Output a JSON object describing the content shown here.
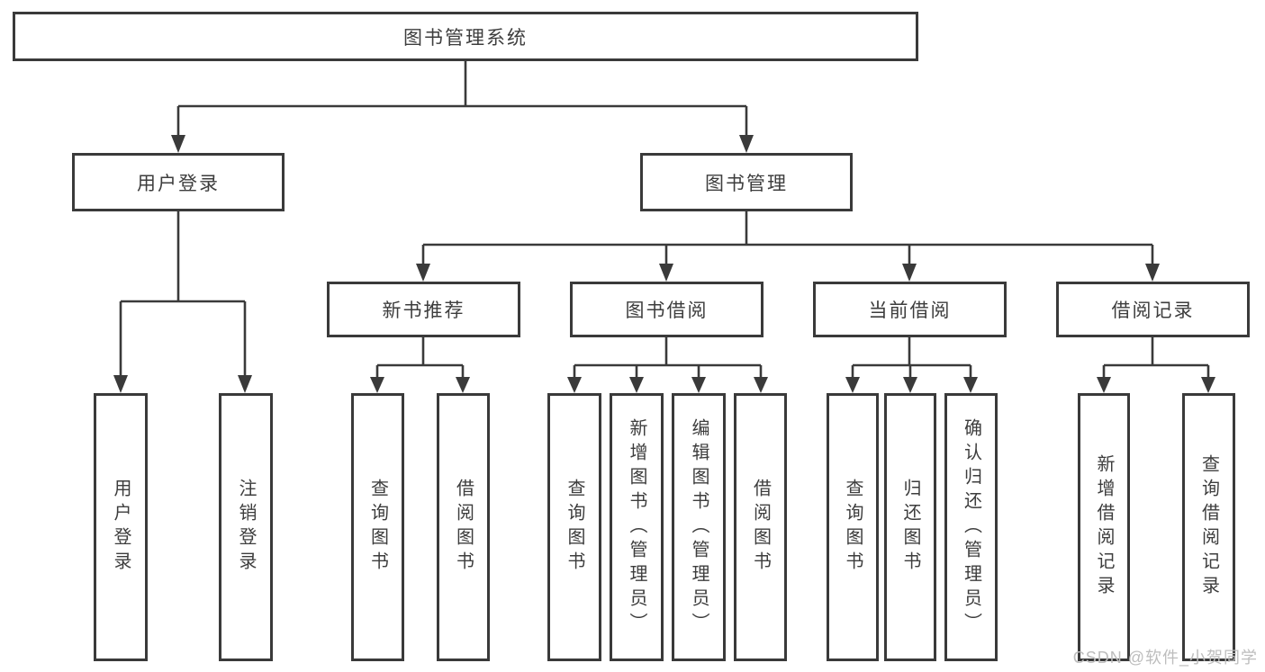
{
  "colors": {
    "line": "#3a3a3a",
    "box-border": "#3a3a3a",
    "box-bg": "#ffffff",
    "text": "#3d3d3d",
    "watermark": "#bdbdbd",
    "page-bg": "#ffffff"
  },
  "nodes": {
    "root": {
      "label": "图书管理系统"
    },
    "user_login": {
      "label": "用户登录"
    },
    "book_management": {
      "label": "图书管理"
    },
    "new_book_recommend": {
      "label": "新书推荐"
    },
    "book_borrow": {
      "label": "图书借阅"
    },
    "current_borrow": {
      "label": "当前借阅"
    },
    "borrow_records": {
      "label": "借阅记录"
    },
    "ul_login": {
      "label": "用户登录"
    },
    "ul_logout": {
      "label": "注销登录"
    },
    "nb_query_books": {
      "label": "查询图书"
    },
    "nb_borrow_books": {
      "label": "借阅图书"
    },
    "bb_query_books": {
      "label": "查询图书"
    },
    "bb_add_books": {
      "label": "新增图书（管理员）"
    },
    "bb_edit_books": {
      "label": "编辑图书（管理员）"
    },
    "bb_borrow_books": {
      "label": "借阅图书"
    },
    "cb_query_books": {
      "label": "查询图书"
    },
    "cb_return_books": {
      "label": "归还图书"
    },
    "cb_confirm_return": {
      "label": "确认归还（管理员）"
    },
    "br_add_record": {
      "label": "新增借阅记录"
    },
    "br_query_record": {
      "label": "查询借阅记录"
    }
  },
  "watermark": {
    "text": "CSDN @软件_小贺同学"
  }
}
